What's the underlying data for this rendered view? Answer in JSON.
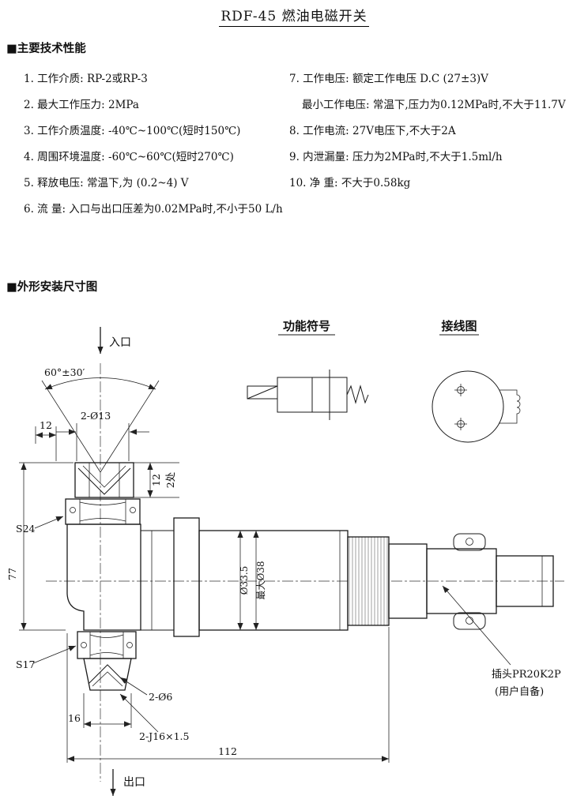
{
  "page": {
    "title": "RDF-45 燃油电磁开关"
  },
  "specs": {
    "header": "■主要技术性能",
    "left": [
      "1. 工作介质:  RP-2或RP-3",
      "2. 最大工作压力:  2MPa",
      "3. 工作介质温度:  -40℃~100℃(短时150℃)",
      "4. 周围环境温度:   -60℃~60℃(短时270℃)",
      "5. 释放电压:  常温下,为 (0.2~4) V",
      "6. 流 量:  入口与出口压差为0.02MPa时,不小于50 L/h"
    ],
    "right": [
      "7. 工作电压:  额定工作电压 D.C (27±3)V",
      "最小工作电压: 常温下,压力为0.12MPa时,不大于11.7V",
      "8. 工作电流:  27V电压下,不大于2A",
      "9. 内泄漏量:  压力为2MPa时,不大于1.5ml/h",
      "10. 净  重:  不大于0.58kg"
    ]
  },
  "drawing": {
    "header": "■外形安装尺寸图",
    "labels": {
      "inlet": "入口",
      "outlet": "出口",
      "function_symbol": "功能符号",
      "wiring_diagram": "接线图",
      "angle": "60°±30′",
      "holes_top": "2-Ø13",
      "dim_12_left": "12",
      "dim_12_right": "12",
      "places_2": "2处",
      "s24": "S24",
      "dim_77": "77",
      "dia_33_5": "Ø33.5",
      "dia_38_max": "最大Ø38",
      "s17": "S17",
      "holes_bottom": "2-Ø6",
      "dim_16": "16",
      "thread": "2-J16×1.5",
      "dim_112": "112",
      "plug_model": "插头PR20K2P",
      "plug_note": "(用户自备)"
    }
  }
}
